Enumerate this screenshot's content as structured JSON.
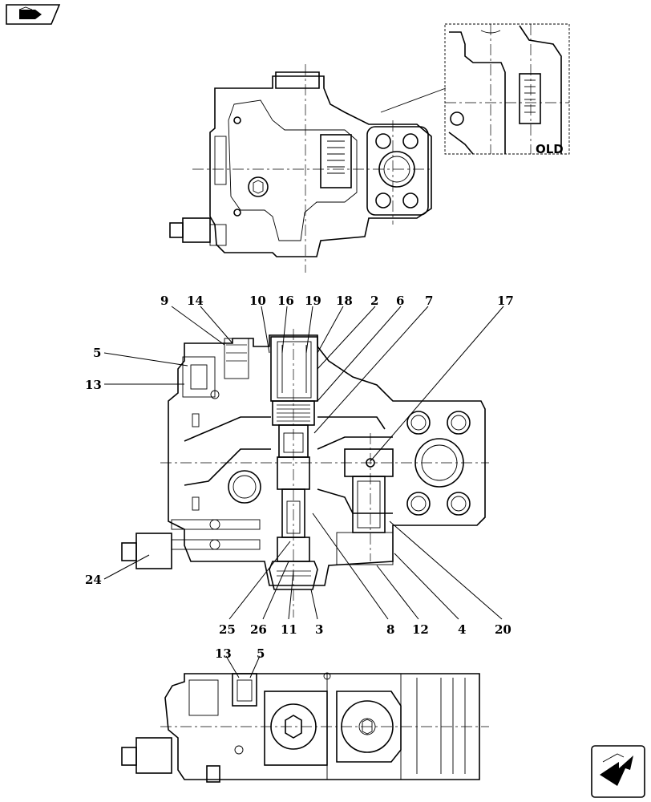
{
  "diagram": {
    "inset_label": "OLD",
    "callouts_main": [
      "9",
      "14",
      "10",
      "16",
      "19",
      "18",
      "2",
      "6",
      "7",
      "17",
      "5",
      "13",
      "24",
      "25",
      "26",
      "11",
      "3",
      "8",
      "12",
      "4",
      "20"
    ],
    "callouts_bottom": [
      "13",
      "5"
    ]
  },
  "icons": {
    "top_left": "book-arrow-icon",
    "bottom_right": "next-page-arrow-icon"
  }
}
